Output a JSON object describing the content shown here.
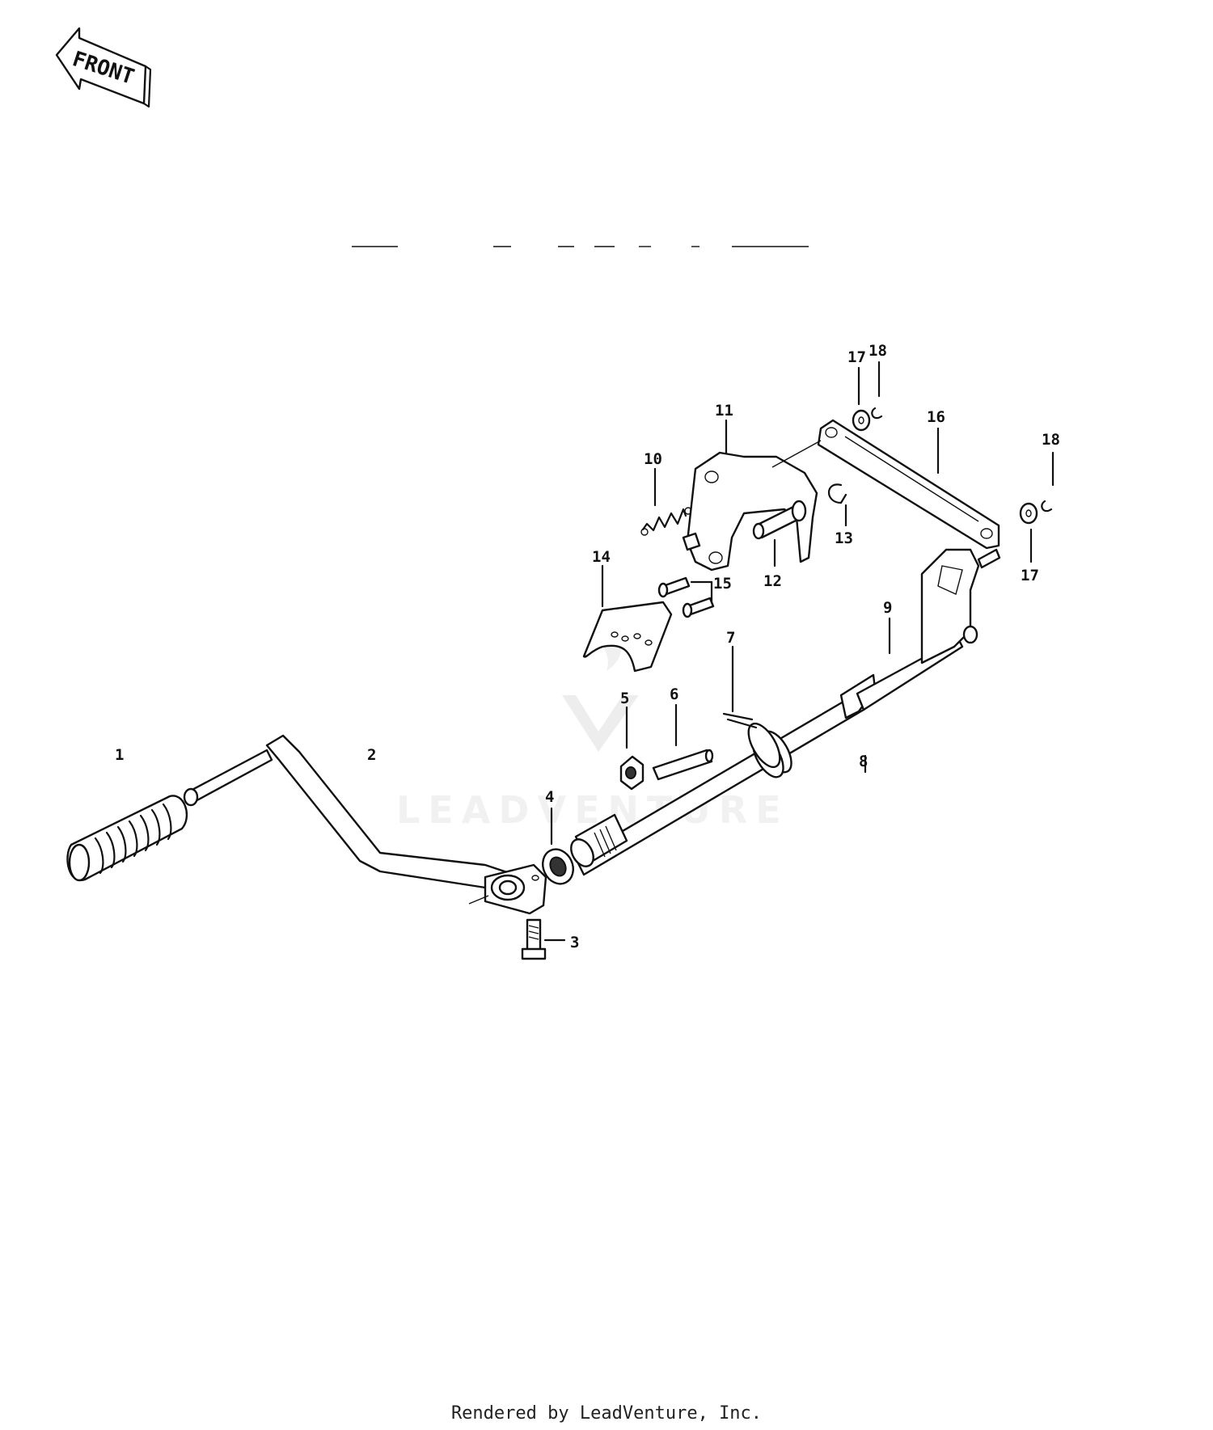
{
  "front_arrow": "FRONT",
  "watermark": "LEADVENTURE",
  "credit": "Rendered by LeadVenture, Inc.",
  "callouts": [
    "1",
    "2",
    "3",
    "4",
    "5",
    "6",
    "7",
    "8",
    "9",
    "10",
    "11",
    "12",
    "13",
    "14",
    "15",
    "16",
    "17",
    "17",
    "18",
    "18"
  ]
}
